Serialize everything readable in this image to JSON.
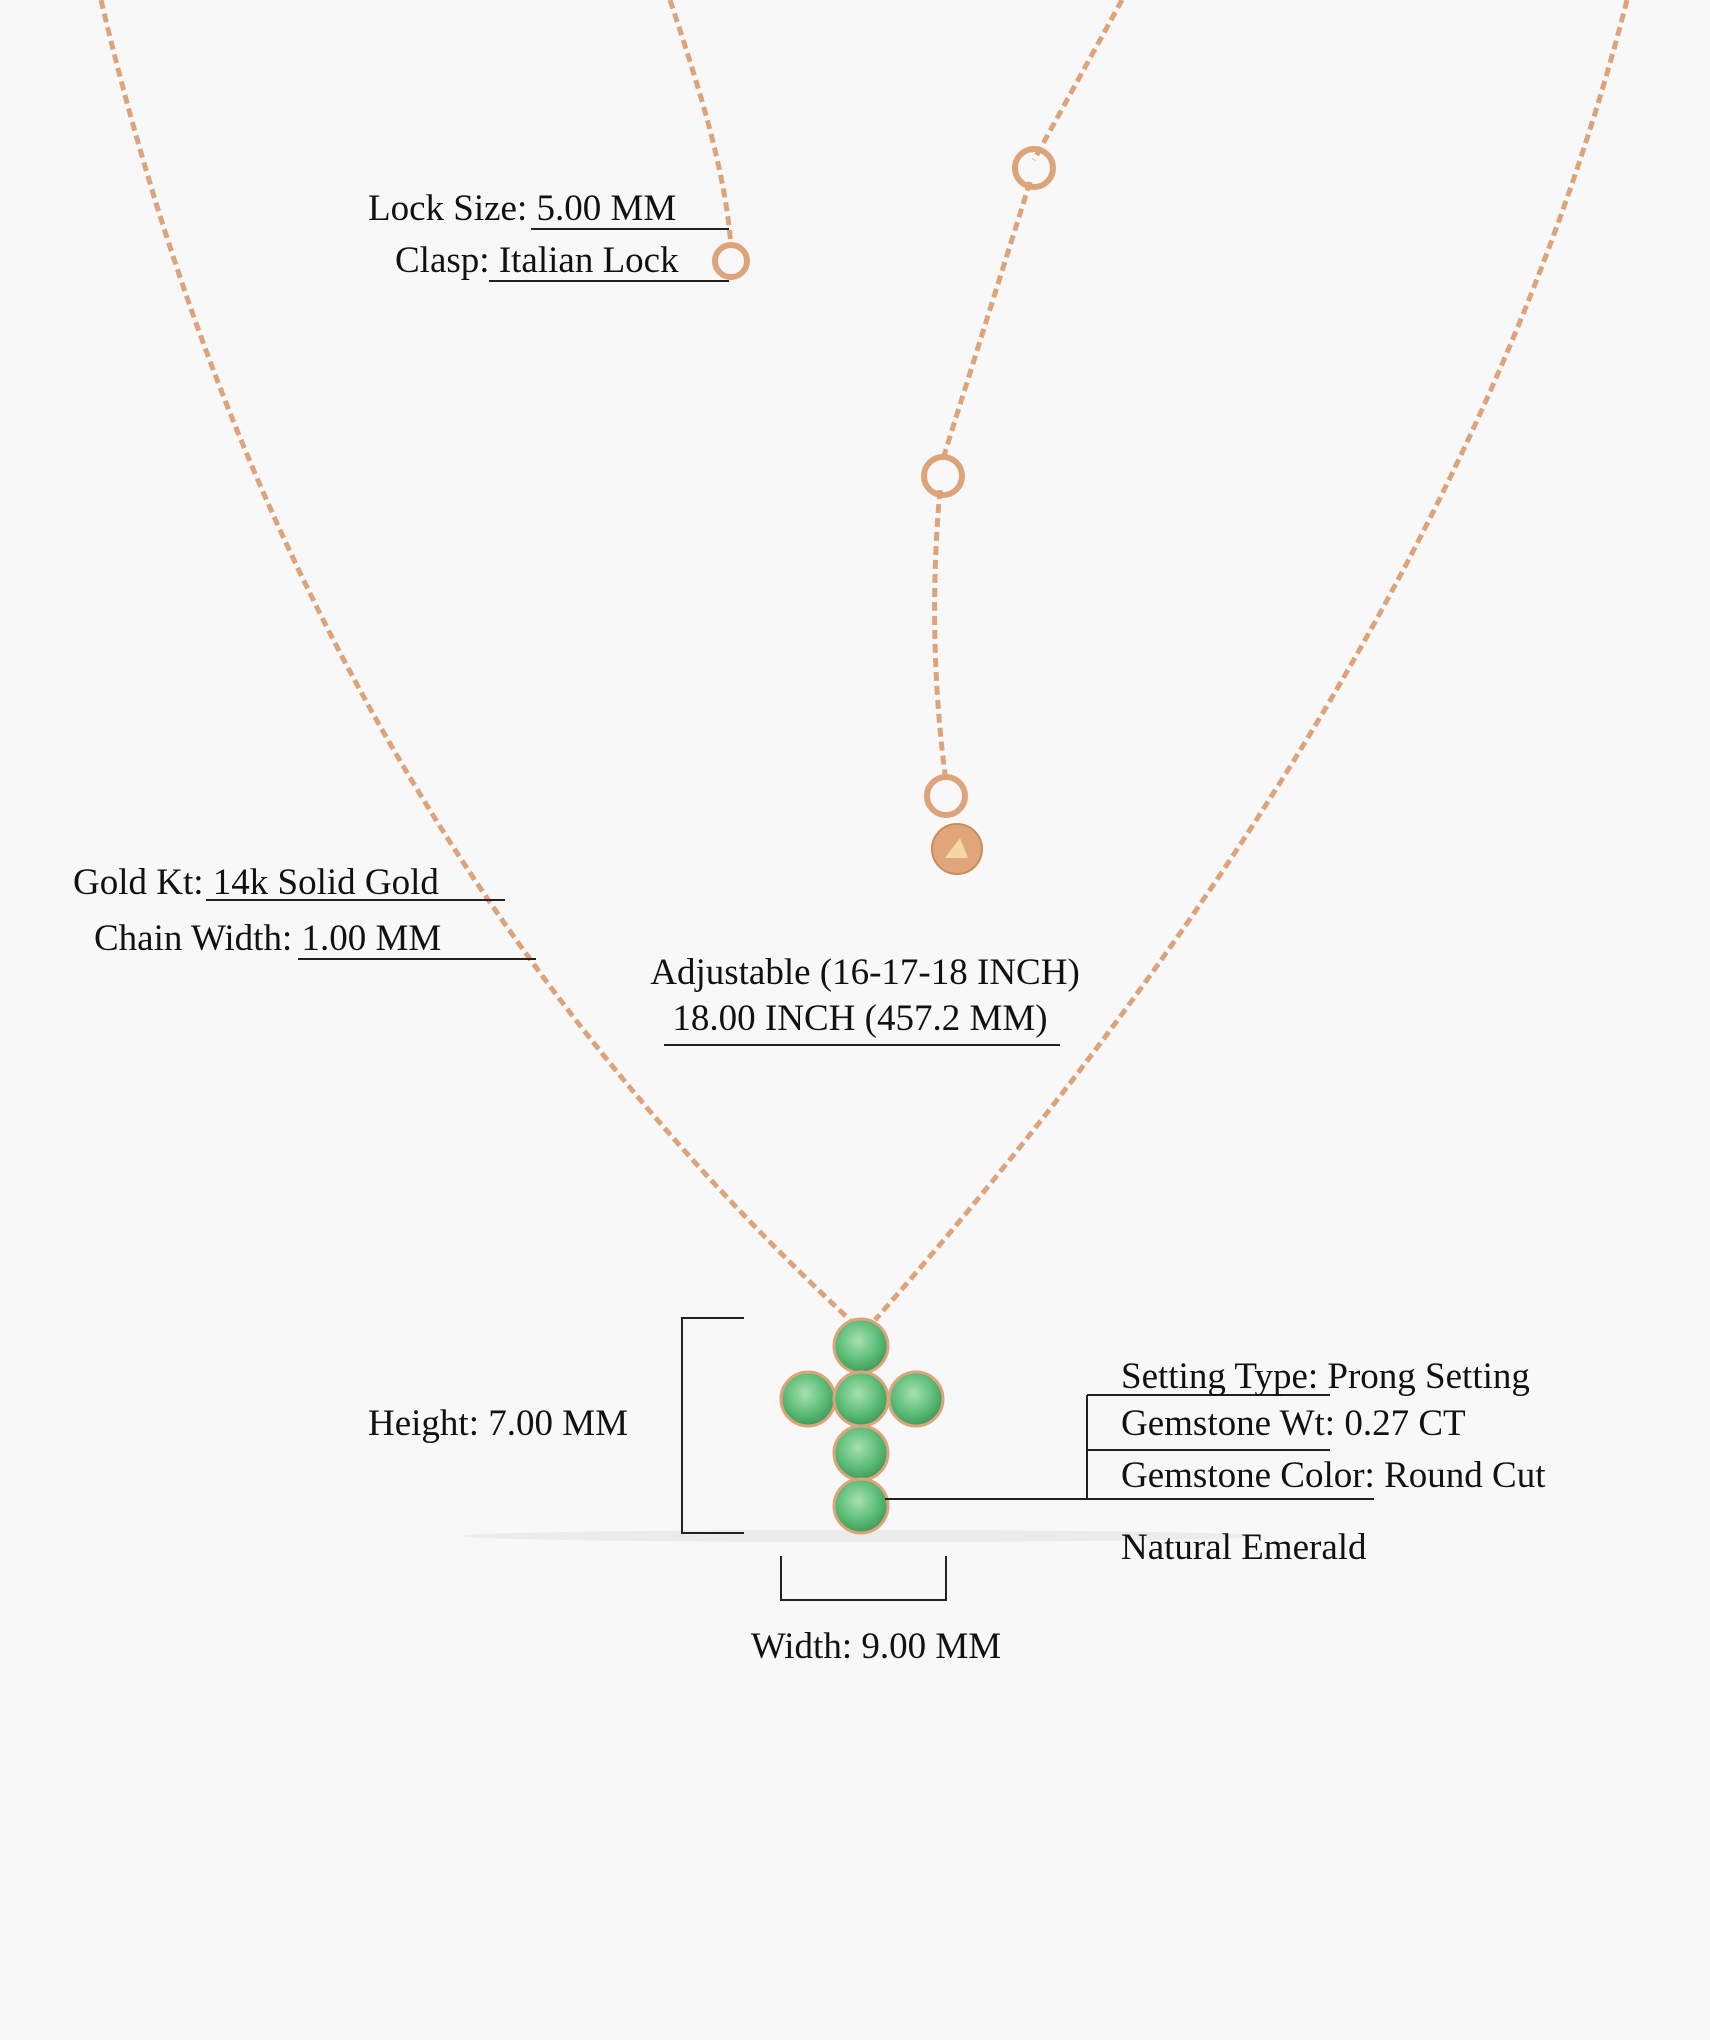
{
  "lock": {
    "label": "Lock Size:",
    "value": "5.00 MM"
  },
  "clasp": {
    "label": "Clasp:",
    "value": "Italian Lock"
  },
  "gold": {
    "label": "Gold Kt:",
    "value": "14k Solid Gold"
  },
  "chain_width": {
    "label": "Chain Width:",
    "value": "1.00 MM"
  },
  "length": {
    "line1": "Adjustable (16-17-18 INCH)",
    "line2": "18.00 INCH (457.2 MM)"
  },
  "height": {
    "label": "Height:",
    "value": "7.00 MM"
  },
  "width": {
    "label": "Width:",
    "value": "9.00 MM"
  },
  "setting": {
    "label": "Setting Type:",
    "value": "Prong Setting"
  },
  "gem_wt": {
    "label": "Gemstone Wt:",
    "value": "0.27 CT"
  },
  "gem_color": {
    "label": "Gemstone Color:",
    "value": "Round Cut"
  },
  "gem_type": "Natural Emerald",
  "colors": {
    "gold": "#dda47c",
    "emerald": "#5fbf7a",
    "line": "#222222",
    "background": "#f8f8f8"
  }
}
